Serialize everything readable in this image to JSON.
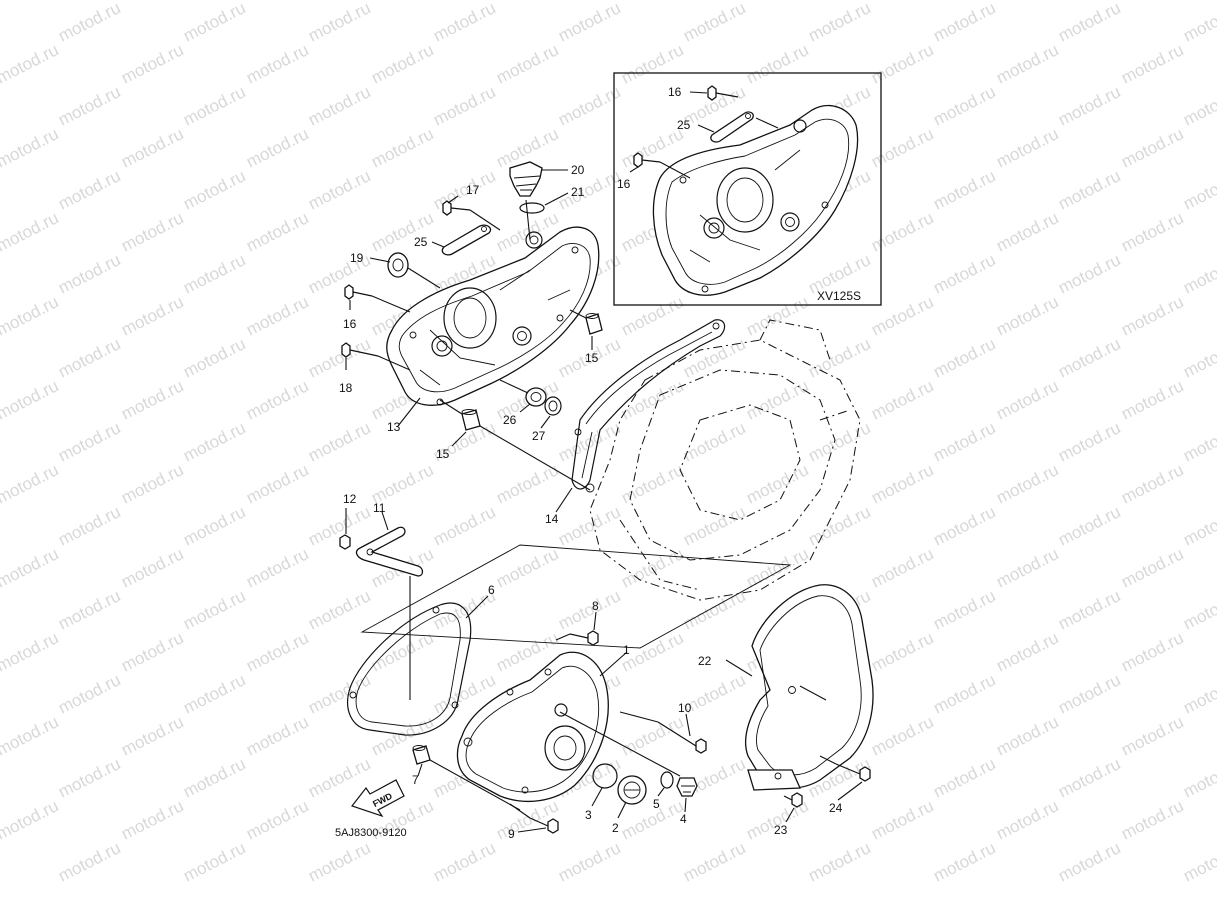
{
  "watermark": "motod.ru",
  "inset_model": "XV125S",
  "catalog_code": "5AJ8300-9120",
  "fwd_label": "FWD",
  "callouts": {
    "n1": "1",
    "n2": "2",
    "n3": "3",
    "n4": "4",
    "n5": "5",
    "n6": "6",
    "n7": "7",
    "n8": "8",
    "n9": "9",
    "n10": "10",
    "n11": "11",
    "n12": "12",
    "n13": "13",
    "n14": "14",
    "n15a": "15",
    "n15b": "15",
    "n16a": "16",
    "n16b": "16",
    "n17": "17",
    "n18": "18",
    "n19": "19",
    "n20": "20",
    "n21": "21",
    "n22": "22",
    "n23": "23",
    "n24": "24",
    "n25a": "25",
    "n25b": "25",
    "n26": "26",
    "n27": "27"
  }
}
